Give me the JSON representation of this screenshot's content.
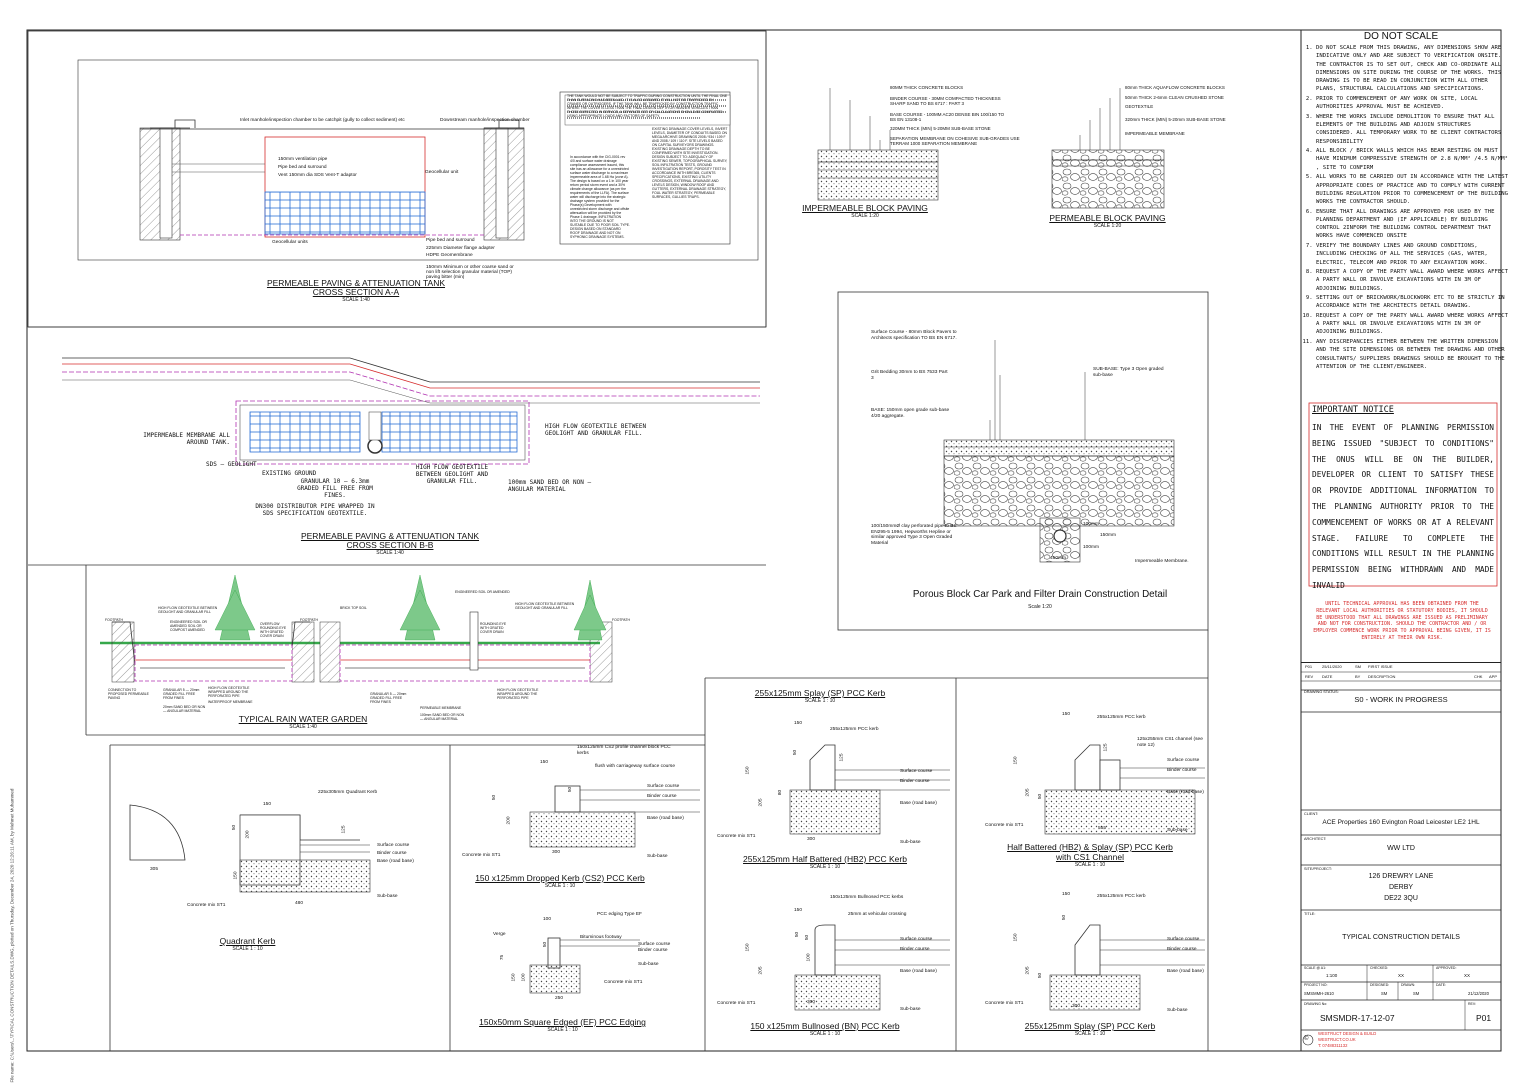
{
  "sidebar_text": "File name: C:\\Users\\...\\TYPICAL CONSTRUCTION DETAILS.DWG, plotted on Thursday, December 24, 2020 12:26:11 AM, by Mehmet Muhammed",
  "drawings": {
    "section_aa": {
      "title": "PERMEABLE PAVING & ATTENUATION TANK",
      "title2": "CROSS SECTION A-A",
      "scale": "SCALE 1:40",
      "labels": [
        "Inlet manhole/inspection chamber to be catchpit (gully to collect sediment) etc",
        "Downstream manhole/inspection chamber",
        "150mm ventilation pipe",
        "Pipe bed and surround",
        "Vent 150mm dia SDS Vent-T adaptor",
        "Geocellular units",
        "Geocellular unit",
        "Pipe bed and surround",
        "225mm Diameter flange adapter",
        "HDPE Geomembrane",
        "150mm Minimum or other coarse sand or non lift selection granular material (TOP) paving bitter (min)"
      ],
      "note1": "THE TANK WOULD NOT BE SUBJECT TO TRAFFIC DURING CONSTRUCTION UNTIL THE FINAL ONE THAN SURFACING HAS BEEN LAID. IT IS ALSO ASSUMED IT WILL NOT BE TRAFFICKED BY CRANES OR OUTRIGGERS. IF THE TANK WILL BE TRAFFICKED BY CONSTRUCTION TRAFFIC WHERE THE COVER IS LESS THAN THE FINAL DESIGN DEPTH OR HEAVIER VEHICLES THAN THOSE EXPECTED IN SERVICE, A SEPARATE SET OF CALCULATIONS SHOULD BE COMPLETED USING APPROPRIATE LOADS AND FACTORS OF SAFETY.",
      "note2": "In accordance with the CIG-0001 rev 4/0 and surface water drainage compliance assessment issued, this site has an allowance for a unrestricted surface water discharge to a maximum impermeable area of 1.68 Ha (zone A). The design is based on a 1 in 100 year return period storm event and a 30% climate change allowance (as per the requirements of the LLFA). The surface water will discharge into the strategic drainage system provided for the Phase(s) Development with unrestricted storm discharge and offsite attenuation will be provided by the Phase 1 drainage. INFILTRATION INTO THE GROUND IS NOT SUITABLE DUE TO POOR SOIL TYPE. DESIGN BASED ON STANDARD ROOF DRAINAGE AND NOT ON SYPHONIC DRAINAGE SYSTEMS.",
      "note3": "EXISTING DRAINAGE COVER LEVELS, INVERT LEVELS, DIAMETER OF CONDUITS BASED ON MEGA ARCHIVE DRAWINGS 2008 / 934 / 109 F AND 2008 / 109 / 110 F. SITE LEVELS BASED ON CAPITAL SURVEYORS DRAWINGS. EXISTING DRAINAGE DEPTH TO BE CONFIRMED WITH SITE INVESTIGATION. DESIGN SUBJECT TO: ADEQUACY OF EXISTING SEWER, TOPOGRAPHICAL SURVEY, SOIL INFILTRATION TESTS, GROUND INVESTIGATION REPORT, POROSITY TEST IN ACCORDANCE WITH BRE365, CLIENTS SPECIFICATIONS, EXISTING UTILITY CROSSINGS, EXTERNAL DRAINAGE AND LEVELS DESIGN, WINDOW ROOF AND GUTTERS, EXTERNAL DRAINAGE STRATEGY, FOUL WATER STRATEGY, PERMEABLE SURFACES, GULLIES TRAPS."
    },
    "section_bb": {
      "title": "PERMEABLE PAVING & ATTENUATION TANK",
      "title2": "CROSS SECTION B-B",
      "scale": "SCALE 1:40",
      "impermeable": "IMPERMEABLE MEMBRANE ALL AROUND TANK.",
      "sds": "SDS — GEOLIGHT",
      "ground": "EXISTING GROUND",
      "granular": "GRANULAR 10 — 6.3mm GRADED FILL FREE FROM FINES.",
      "dn300": "DN300 DISTRIBUTOR PIPE WRAPPED IN SDS SPECIFICATION GEOTEXTILE.",
      "hiflow_mid": "HIGH FLOW GEOTEXTILE BETWEEN GEOLIGHT AND GRANULAR FILL.",
      "hiflow_right": "HIGH FLOW GEOTEXTILE BETWEEN GEOLIGHT AND GRANULAR FILL.",
      "sand": "100mm SAND BED OR NON — ANGULAR MATERIAL"
    },
    "rain_garden": {
      "title": "TYPICAL RAIN WATER GARDEN",
      "scale": "SCALE 1:40",
      "labels": [
        "FOOTPATH",
        "HIGH FLOW GEOTEXTILE BETWEEN GEOLIGHT AND GRANULAR FILL",
        "ENGINEERED SOIL OR AMENDED SOIL OR COMPOST AMENDED",
        "OVERFLOW ROUNDING EYE WITH GRATED COVER DRAIN",
        "FOOTPATH",
        "BRICK TOP SOIL",
        "ROUNDING EYE WITH GRATED COVER DRAIN",
        "ENGINEERED SOIL OR AMENDED",
        "HIGH FLOW GEOTEXTILE BETWEEN GEOLIGHT AND GRANULAR FILL",
        "FOOTPATH",
        "CONNECTION TO PROPOSED PERMEABLE PAVING",
        "GRANULAR 5 — 20mm GRADED FILL FREE FROM FINES",
        "HIGH FLOW GEOTEXTILE WRAPPED AROUND THE PERFORATED PIPE",
        "WATERPROOF MEMBRANE",
        "20mm SAND BED OR NON — ANGULAR MATERIAL",
        "GRANULAR 5 — 20mm GRADED FILL FREE FROM FINES",
        "PERMEABLE MEMBRANE",
        "100mm SAND BED OR NON — ANGULAR MATERIAL",
        "HIGH FLOW GEOTEXTILE WRAPPED AROUND THE PERFORATED PIPE"
      ]
    },
    "impermeable_paving": {
      "title": "IMPERMEABLE BLOCK PAVING",
      "scale": "SCALE 1:20",
      "labels": [
        "80MM THICK CONCRETE BLOCKS",
        "BINDER COURSE - 30MM COMPACTED THICKNESS SHARP SAND TO BS 6717 : PART 3",
        "BASE COURSE - 100MM AC20 DENSE BIN 100/150 TO BS EN 13108-1",
        "320MM THICK (MIN) 5-20MM SUB-BASE STONE",
        "SEPARATION MEMBRANE ON COHESIVE SUB-GRADES USE TERRAM 1000 SEPARATION MEMBRANE"
      ]
    },
    "permeable_paving": {
      "title": "PERMEABLE BLOCK PAVING",
      "scale": "SCALE 1:20",
      "labels": [
        "80mm THICK AQUAFLOW CONCRETE BLOCKS",
        "50mm THICK 2-6mm CLEAN CRUSHED STONE",
        "GEOTEXTILE",
        "320mm THICK (MIN) 5-20mm SUB-BASE STONE",
        "IMPERMEABLE MEMBRANE"
      ]
    },
    "porous": {
      "title": "Porous Block Car Park and Filter Drain Construction Detail",
      "scale": "Scale 1:20",
      "surface": "Surface Course - 80mm Block Pavers to Architects specification TO BS EN 6717.",
      "grit": "Grit Bedding 30mm to BS 7533 Part 3",
      "base": "BASE: 150mm open grade sub-base 4/20 aggregate.",
      "subbase": "SUB-BASE: Type 3 Open graded sub-base",
      "pipe": "100/150mmØ clay perforated pipe to BS EN295-5 1994, Hepworths Hepline or similar approved Type 3 Open Graded Material",
      "membrane": "Impermeable Membrane.",
      "d1": "100mm",
      "d2": "150mm",
      "d3": "100mm",
      "d4": "450mm"
    },
    "quadrant": {
      "title": "Quadrant Kerb",
      "scale": "SCALE 1 : 10",
      "k": "225x305mm Quadrant Kerb",
      "surface": "Surface course",
      "binder": "Binder course",
      "base": "Base (road base)",
      "sub": "Sub-base",
      "concrete": "Concrete mix ST1",
      "d150": "150",
      "d305": "305",
      "d480": "480",
      "d125": "125",
      "d50": "50",
      "d150b": "150",
      "d200": "200"
    },
    "dropped": {
      "title": "150 x125mm Dropped Kerb (CS2) PCC Kerb",
      "scale": "SCALE 1 : 10",
      "a": "150x125mm CS2 profile channel block PCC kerbs",
      "b": "flush with carriageway surface course",
      "surface": "Surface course",
      "binder": "Binder course",
      "base": "Base (road base)",
      "sub": "Sub-base",
      "concrete": "Concrete mix ST1",
      "d150": "150",
      "d300": "300",
      "d50": "50",
      "d200": "200",
      "d50b": "50"
    },
    "edging": {
      "title": "150x50mm Square Edged (EF) PCC Edging",
      "scale": "SCALE 1 : 10",
      "a": "PCC edging Type EF",
      "b": "Bituminous footway",
      "verge": "Verge",
      "surface": "Surface course",
      "binder": "Binder course",
      "sub": "Sub-base",
      "concrete": "Concrete mix ST1",
      "d100": "100",
      "d250": "250",
      "d50": "50",
      "d75": "75",
      "d150": "150",
      "d100b": "100"
    },
    "splay": {
      "title": "255x125mm Splay (SP) PCC Kerb",
      "scale": "SCALE 1 : 10"
    },
    "hb2": {
      "title": "255x125mm Half Battered (HB2) PCC Kerb",
      "scale": "SCALE 1 : 10",
      "k": "255x125mm PCC kerb",
      "surface": "Surface course",
      "binder": "Binder course",
      "base": "Base (road base)",
      "sub": "Sub-base",
      "concrete": "Concrete mix ST1",
      "d150": "150",
      "d300": "300",
      "d125": "125",
      "d150b": "150",
      "d205": "205",
      "d50": "50",
      "d80": "80"
    },
    "hb2cs1": {
      "title": "Half Battered (HB2) & Splay (SP) PCC Kerb",
      "title2": "with CS1 Channel",
      "scale": "SCALE 1 : 10",
      "k": "255x125mm PCC kerb",
      "c": "125x255mm CS1 channel (see note 12)",
      "surface": "Surface course",
      "binder": "Binder course",
      "base": "Base (road base)",
      "sub": "Sub-base",
      "concrete": "Concrete mix ST1",
      "d150": "150",
      "d555": "555",
      "d125": "125",
      "d150b": "150",
      "d205": "205",
      "d50": "50"
    },
    "bullnosed": {
      "title": "150 x125mm Bullnosed (BN) PCC Kerb",
      "scale": "SCALE 1 : 10",
      "a": "150x125mm Bullnosed PCC kerbs",
      "b": "25mm at vehicular crossing",
      "surface": "Surface course",
      "binder": "Binder course",
      "base": "Base (road base)",
      "sub": "Sub-base",
      "concrete": "Concrete mix ST1",
      "d150": "150",
      "d300": "300",
      "d50": "50",
      "d100": "100",
      "d50b": "50",
      "d205": "205",
      "d150b": "150"
    },
    "splay2": {
      "title": "255x125mm Splay (SP) PCC Kerb",
      "scale": "SCALE 1 : 10",
      "k": "255x125mm PCC kerb",
      "surface": "Surface course",
      "binder": "Binder course",
      "base": "Base (road base)",
      "sub": "Sub-base",
      "concrete": "Concrete mix ST1",
      "d150": "150",
      "d300": "300",
      "d50": "50",
      "d150b": "150",
      "d205": "205",
      "d50b": "50"
    }
  },
  "notes": {
    "heading": "DO NOT SCALE",
    "items": [
      "DO NOT SCALE FROM THIS DRAWING, ANY DIMENSIONS SHOW ARE INDICATIVE ONLY AND ARE SUBJECT TO VERIFICATION ONSITE. THE CONTRACTOR IS TO SET OUT, CHECK AND CO-ORDINATE ALL DIMENSIONS ON SITE DURING THE COURSE OF THE WORKS. THIS DRAWING IS TO BE READ IN CONJUNCTION WITH ALL OTHER PLANS, STRUCTURAL CALCULATIONS AND SPECIFICATIONS.",
      "PRIOR TO COMMENCEMENT OF ANY WORK ON SITE, LOCAL AUTHORITIES APPROVAL MUST BE ACHIEVED.",
      "WHERE THE WORKS INCLUDE DEMOLITION TO ENSURE THAT ALL ELEMENTS OF THE BUILDING AND ADJOIN STRUCTURES CONSIDERED. ALL TEMPORARY WORK TO BE CLIENT CONTRACTORS RESPONSIBILITY",
      "ALL BLOCK / BRICK WALLS WHICH HAS BEAM RESTING ON MUST HAVE MINIMUM COMPRESSIVE STRENGTH OF 2.8 N/MM² /4.5 N/MM² , SITE TO CONFIRM",
      "ALL WORKS TO BE CARRIED OUT IN ACCORDANCE WITH THE LATEST APPROPRIATE CODES OF PRACTICE AND TO COMPLY WITH CURRENT BUILDING REGULATION PRIOR TO COMMENCEMENT OF THE BUILDING WORKS THE CONTRACTOR SHOULD.",
      "ENSURE THAT ALL DRAWINGS ARE APPROVED FOR USED BY THE PLANNING DEPARTMENT AND (IF APPLICABLE) BY BUILDING CONTROL 2INFORM THE BUILDING CONTROL DEPARTMENT THAT WORKS HAVE COMMENCED ONSITE",
      "VERIFY THE BOUNDARY LINES AND GROUND CONDITIONS, INCLUDING CHECKING OF ALL THE SERVICES (GAS, WATER, ELECTRIC, TELECOM AND PRIOR TO ANY EXCAVATION WORK.",
      "REQUEST A COPY OF THE PARTY WALL AWARD WHERE WORKS AFFECT A PARTY WALL OR INVOLVE EXCAVATIONS WITH IN 3M OF ADJOINING BUILDINGS.",
      "SETTING OUT OF BRICKWORK/BLOCKWORK ETC TO BE STRICTLY IN ACCORDANCE WITH THE ARCHITECTS DETAIL DRAWING.",
      "REQUEST A COPY OF THE PARTY WALL AWARD WHERE WORKS AFFECT A PARTY WALL OR INVOLVE EXCAVATIONS WITH IN 3M OF ADJOINING BUILDINGS.",
      "ANY DISCREPANCIES EITHER BETWEEN THE WRITTEN DIMENSION AND THE SITE DIMENSIONS OR BETWEEN THE DRAWING AND OTHER CONSULTANTS/ SUPPLIERS DRAWINGS SHOULD BE BROUGHT TO THE ATTENTION OF THE CLIENT/ENGINEER."
    ],
    "important_heading": "IMPORTANT NOTICE",
    "important_text": "IN THE EVENT OF PLANNING PERMISSION BEING ISSUED \"SUBJECT TO CONDITIONS\" THE ONUS WILL BE ON THE BUILDER, DEVELOPER OR CLIENT TO SATISFY THESE OR PROVIDE ADDITIONAL INFORMATION TO THE PLANNING AUTHORITY PRIOR TO THE COMMENCEMENT OF WORKS OR AT A RELEVANT STAGE. FAILURE TO COMPLETE THE CONDITIONS WILL RESULT IN THE PLANNING PERMISSION BEING WITHDRAWN AND MADE INVALID",
    "red_warning": "UNTIL TECHNICAL APPROVAL HAS BEEN OBTAINED FROM THE RELEVANT LOCAL AUTHORITIES OR STATUTORY BODIES, IT SHOULD BE UNDERSTOOD THAT ALL DRAWINGS ARE ISSUED AS PRELIMINARY AND NOT FOR CONSTRUCTION. SHOULD THE CONTRACTOR AND / OR EMPLOYER COMMENCE WORK PRIOR TO APPROVAL BEING GIVEN, IT IS ENTIRELY AT THEIR OWN RISK."
  },
  "title_block": {
    "rev_row": {
      "rev": "P01",
      "date": "25/11/2020",
      "by": "SM",
      "desc": "FIRST ISSUE"
    },
    "rev_head": {
      "rev": "REV",
      "date": "DATE",
      "by": "BY",
      "desc": "DESCRIPTION",
      "chk": "CHK",
      "app": "APP"
    },
    "status_label": "DRAWING STATUS:",
    "status": "S0 - WORK IN PROGRESS",
    "client_label": "CLIENT:",
    "client": "ACE Properties  160 Evington Road Leicester  LE2 1HL",
    "architect_label": "ARCHITECT:",
    "architect": "WW LTD",
    "site_label": "SITE/PROJECT:",
    "site1": "126 DREWRY LANE",
    "site2": "DERBY",
    "site3": "DE22 3QU",
    "title_label": "TITLE:",
    "title": "TYPICAL CONSTRUCTION DETAILS",
    "scale_label": "SCALE @ A1:",
    "scale": "1:100",
    "checked_label": "CHECKED:",
    "checked": "XX",
    "approved_label": "APPROVED:",
    "approved": "XX",
    "project_label": "PROJECT NO:",
    "project": "SMSMMH-2610",
    "designed_label": "DESIGNED:",
    "designed": "SM",
    "drawn_label": "DRAWN:",
    "drawn": "SM",
    "date_label": "DATE:",
    "date": "21/12/2020",
    "drawing_label": "DRAWING No:",
    "drawing_no": "SMSMDR-17-12-07",
    "rev_label": "REV:",
    "rev": "P01",
    "firm1": "WESTRUCT DESIGN & BUILD",
    "firm2": "WESTRUCT.CO.UK",
    "firm3": "T: 07488311132",
    "copyright": "©"
  },
  "colors": {
    "red": "#d62d2d",
    "magenta": "#b030b0",
    "tank": "#2a6fd6",
    "tree": "#36a84a",
    "line": "#222222"
  }
}
